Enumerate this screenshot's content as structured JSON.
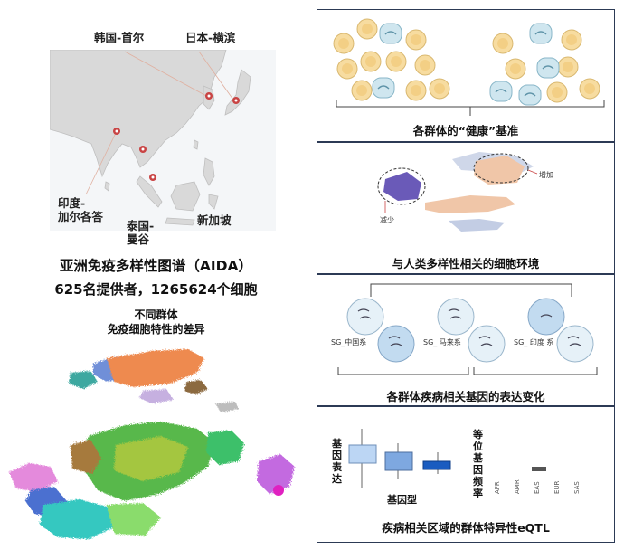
{
  "map": {
    "labels": {
      "seoul": "韩国-首尔",
      "yokohama": "日本-横滨",
      "india_line1": "印度-",
      "india_line2": "加尔各答",
      "thailand_line1": "泰国-",
      "thailand_line2": "曼谷",
      "singapore": "新加坡"
    },
    "land_color": "#d9d9d9",
    "pin_color": "#c94444"
  },
  "atlas": {
    "title": "亚洲免疫多样性图谱（AIDA）",
    "subtitle": "625名提供者，1265624个细胞",
    "note_line1": "不同群体",
    "note_line2": "免疫细胞特性的差异"
  },
  "panels": {
    "p1": {
      "caption": "各群体的“健康”基准"
    },
    "p2": {
      "caption": "与人类多样性相关的细胞环境",
      "increase": "增加",
      "decrease": "减少"
    },
    "p3": {
      "caption": "各群体疾病相关基因的表达变化",
      "sg_china": "SG_中国系",
      "sg_malay": "SG_ 马来系",
      "sg_india": "SG_ 印度 系"
    },
    "p4": {
      "caption": "疾病相关区域的群体特异性eQTL",
      "y_label": "基因表达",
      "x_label": "基因型",
      "freq_label": "等位基因频率",
      "pops": [
        "AFR",
        "AMR",
        "EAS",
        "EUR",
        "SAS"
      ]
    }
  }
}
